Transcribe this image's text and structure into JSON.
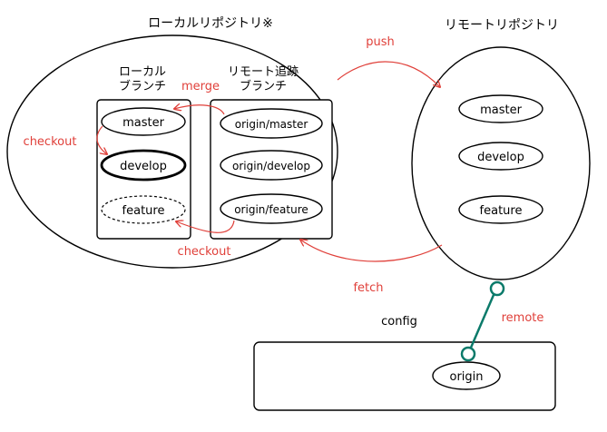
{
  "local_repo": {
    "title": "ローカルリポジトリ※",
    "local_branch_label": [
      "ローカル",
      "ブランチ"
    ],
    "tracking_branch_label": [
      "リモート追跡",
      "ブランチ"
    ],
    "local_branches": [
      "master",
      "develop",
      "feature"
    ],
    "tracking_branches": [
      "origin/master",
      "origin/develop",
      "origin/feature"
    ]
  },
  "remote_repo": {
    "title": "リモートリポジトリ",
    "branches": [
      "master",
      "develop",
      "feature"
    ]
  },
  "config": {
    "label": "config",
    "remote_name": "origin"
  },
  "actions": {
    "push": "push",
    "fetch": "fetch",
    "merge": "merge",
    "checkout_left": "checkout",
    "checkout_bottom": "checkout",
    "remote": "remote"
  },
  "colors": {
    "action": "#e0403a",
    "remote_link": "#0b7a6a",
    "stroke": "#000000"
  }
}
